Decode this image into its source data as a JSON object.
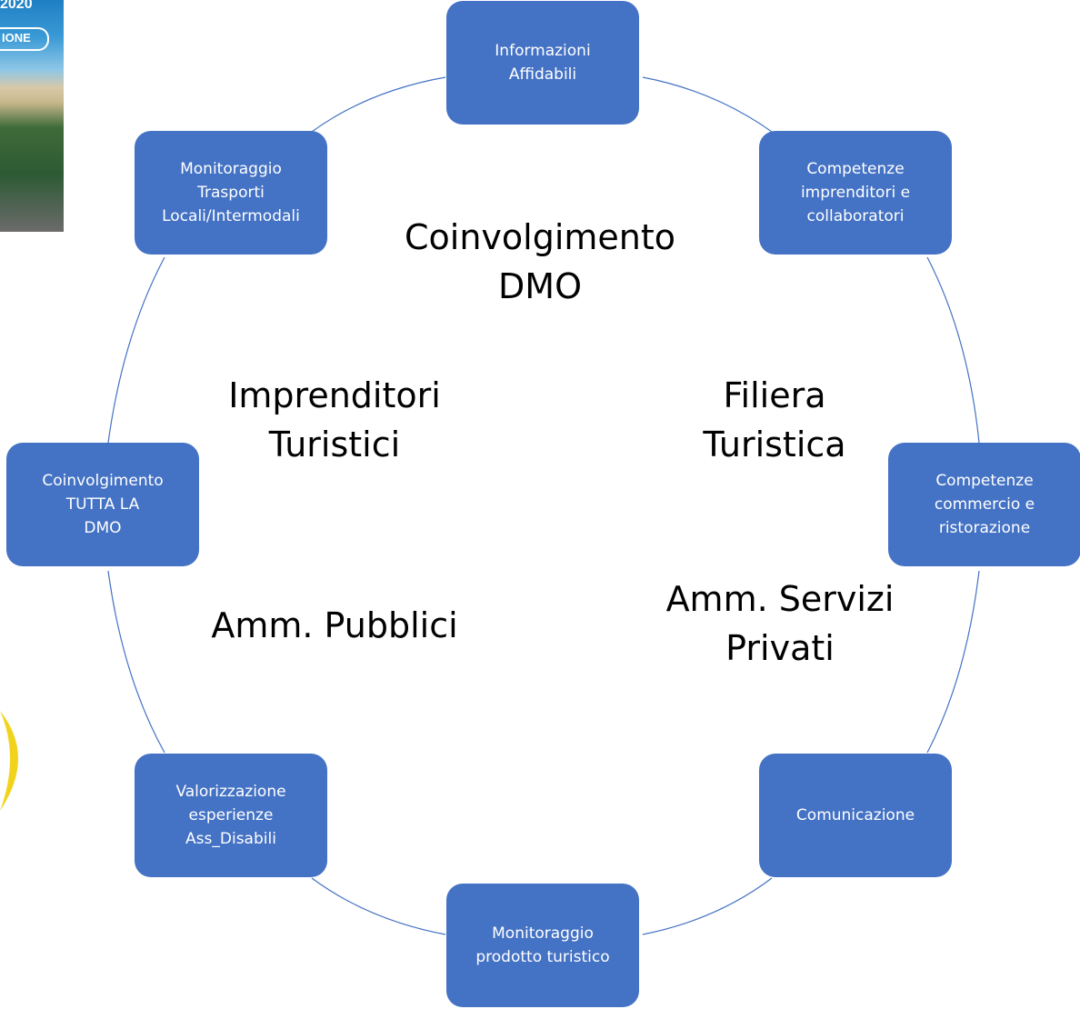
{
  "background_photo": {
    "year_text": "2020",
    "word_text": "IONE"
  },
  "nodes": [
    {
      "id": "informazioni-affidabili",
      "label": "Informazioni\nAffidabili"
    },
    {
      "id": "competenze-imprenditori",
      "label": "Competenze\nimprenditori e\ncollaboratori"
    },
    {
      "id": "competenze-commercio",
      "label": "Competenze\ncommercio e\nristorazione"
    },
    {
      "id": "comunicazione",
      "label": "Comunicazione"
    },
    {
      "id": "monitoraggio-prodotto",
      "label": "Monitoraggio\nprodotto turistico"
    },
    {
      "id": "valorizzazione-esperienze",
      "label": "Valorizzazione\nesperienze\nAss_Disabili"
    },
    {
      "id": "coinvolgimento-tutta-dmo",
      "label": "Coinvolgimento\nTUTTA LA\nDMO"
    },
    {
      "id": "monitoraggio-trasporti",
      "label": "Monitoraggio\nTrasporti\nLocali/Intermodali"
    }
  ],
  "center_labels": {
    "coinvolgimento_dmo": "Coinvolgimento\nDMO",
    "imprenditori_turistici": "Imprenditori\nTuristici",
    "filiera_turistica": "Filiera\nTuristica",
    "amm_servizi_privati": "Amm. Servizi\nPrivati",
    "amm_pubblici": "Amm. Pubblici"
  },
  "colors": {
    "node_fill": "#4472c4",
    "node_text": "#ffffff",
    "connector": "#4472c4",
    "center_text": "#000000"
  }
}
